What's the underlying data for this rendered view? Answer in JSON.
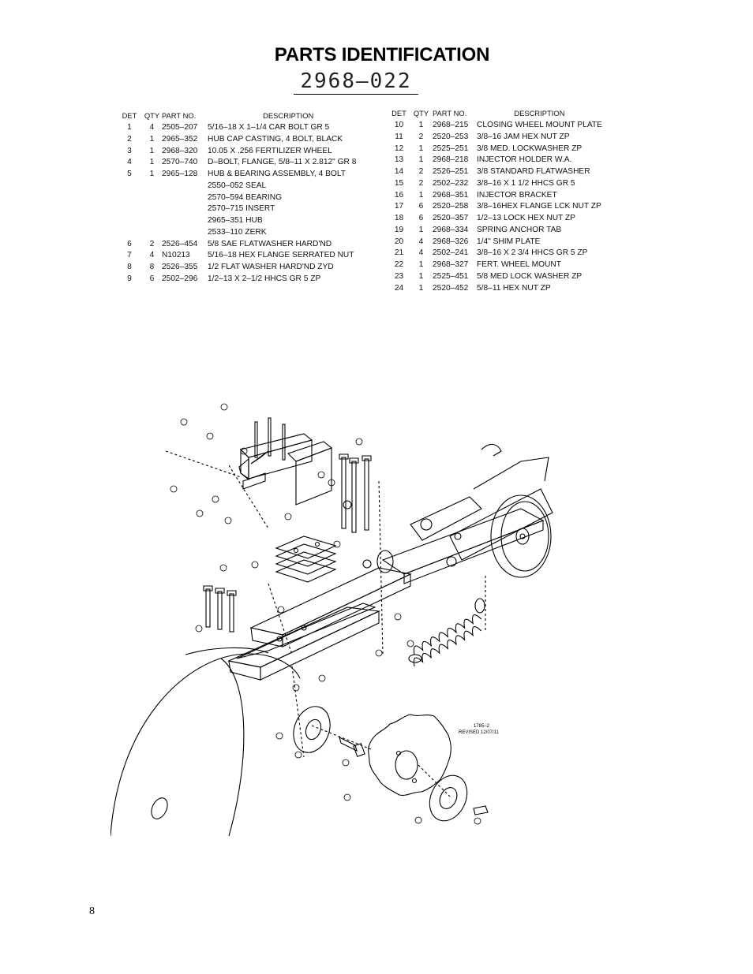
{
  "header": {
    "title": "PARTS IDENTIFICATION",
    "assembly_number": "2968–022"
  },
  "columns": {
    "det": "DET",
    "qty": "QTY",
    "part_no": "PART NO.",
    "description": "DESCRIPTION"
  },
  "parts_left": [
    {
      "det": "1",
      "qty": "4",
      "part": "2505–207",
      "desc": "5/16–18 X 1–1/4 CAR BOLT GR 5"
    },
    {
      "det": "2",
      "qty": "1",
      "part": "2965–352",
      "desc": "HUB CAP CASTING, 4 BOLT, BLACK"
    },
    {
      "det": "3",
      "qty": "1",
      "part": "2968–320",
      "desc": "10.05 X .256 FERTILIZER WHEEL"
    },
    {
      "det": "4",
      "qty": "1",
      "part": "2570–740",
      "desc": "D–BOLT, FLANGE, 5/8–11 X 2.812\" GR 8"
    },
    {
      "det": "5",
      "qty": "1",
      "part": "2965–128",
      "desc": "HUB & BEARING ASSEMBLY, 4 BOLT"
    },
    {
      "det": "",
      "qty": "",
      "part": "",
      "desc": "2550–052  SEAL"
    },
    {
      "det": "",
      "qty": "",
      "part": "",
      "desc": "2570–594  BEARING"
    },
    {
      "det": "",
      "qty": "",
      "part": "",
      "desc": "2570–715  INSERT"
    },
    {
      "det": "",
      "qty": "",
      "part": "",
      "desc": "2965–351  HUB"
    },
    {
      "det": "",
      "qty": "",
      "part": "",
      "desc": "2533–110  ZERK"
    },
    {
      "det": "6",
      "qty": "2",
      "part": "2526–454",
      "desc": "5/8 SAE FLATWASHER HARD'ND"
    },
    {
      "det": "7",
      "qty": "4",
      "part": "N10213",
      "desc": "5/16–18 HEX FLANGE SERRATED NUT"
    },
    {
      "det": "8",
      "qty": "8",
      "part": "2526–355",
      "desc": "1/2 FLAT WASHER HARD'ND ZYD"
    },
    {
      "det": "9",
      "qty": "6",
      "part": "2502–296",
      "desc": "1/2–13 X 2–1/2 HHCS GR 5 ZP"
    }
  ],
  "parts_right": [
    {
      "det": "10",
      "qty": "1",
      "part": "2968–215",
      "desc": "CLOSING WHEEL MOUNT PLATE"
    },
    {
      "det": "11",
      "qty": "2",
      "part": "2520–253",
      "desc": "3/8–16 JAM HEX NUT ZP"
    },
    {
      "det": "12",
      "qty": "1",
      "part": "2525–251",
      "desc": "3/8 MED. LOCKWASHER ZP"
    },
    {
      "det": "13",
      "qty": "1",
      "part": "2968–218",
      "desc": "INJECTOR HOLDER W.A."
    },
    {
      "det": "14",
      "qty": "2",
      "part": "2526–251",
      "desc": "3/8 STANDARD FLATWASHER"
    },
    {
      "det": "15",
      "qty": "2",
      "part": "2502–232",
      "desc": "3/8–16 X 1 1/2 HHCS GR 5"
    },
    {
      "det": "16",
      "qty": "1",
      "part": "2968–351",
      "desc": "INJECTOR BRACKET"
    },
    {
      "det": "17",
      "qty": "6",
      "part": "2520–258",
      "desc": "3/8–16HEX FLANGE LCK NUT ZP"
    },
    {
      "det": "18",
      "qty": "6",
      "part": "2520–357",
      "desc": "1/2–13 LOCK HEX NUT ZP"
    },
    {
      "det": "19",
      "qty": "1",
      "part": "2968–334",
      "desc": "SPRING ANCHOR TAB"
    },
    {
      "det": "20",
      "qty": "4",
      "part": "2968–326",
      "desc": "1/4\" SHIM PLATE"
    },
    {
      "det": "21",
      "qty": "4",
      "part": "2502–241",
      "desc": "3/8–16 X 2 3/4 HHCS GR 5 ZP"
    },
    {
      "det": "22",
      "qty": "1",
      "part": "2968–327",
      "desc": "FERT. WHEEL MOUNT"
    },
    {
      "det": "23",
      "qty": "1",
      "part": "2525–451",
      "desc": "5/8 MED LOCK WASHER ZP"
    },
    {
      "det": "24",
      "qty": "1",
      "part": "2520–452",
      "desc": "5/8–11 HEX NUT ZP"
    }
  ],
  "drawing": {
    "drawing_number": "1785–2",
    "revised": "REVISED 12/07/11"
  },
  "footer": {
    "page_number": "8"
  }
}
